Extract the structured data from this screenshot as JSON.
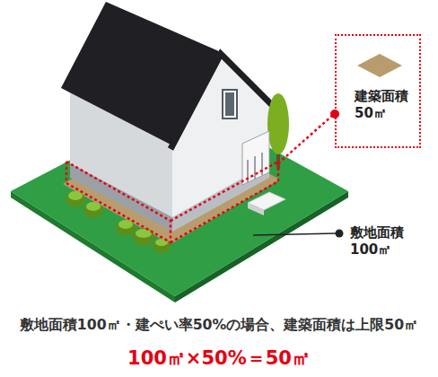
{
  "diagram": {
    "caption": "敷地面積100㎡・建ぺい率50%の場合、建築面積は上限50㎡",
    "nodes": [
      {
        "text": [
          "建築面積 50㎡"
        ]
      }
    ],
    "labels": [
      "敷地面積 100㎡",
      "100㎡×50%＝50㎡"
    ]
  }
}
